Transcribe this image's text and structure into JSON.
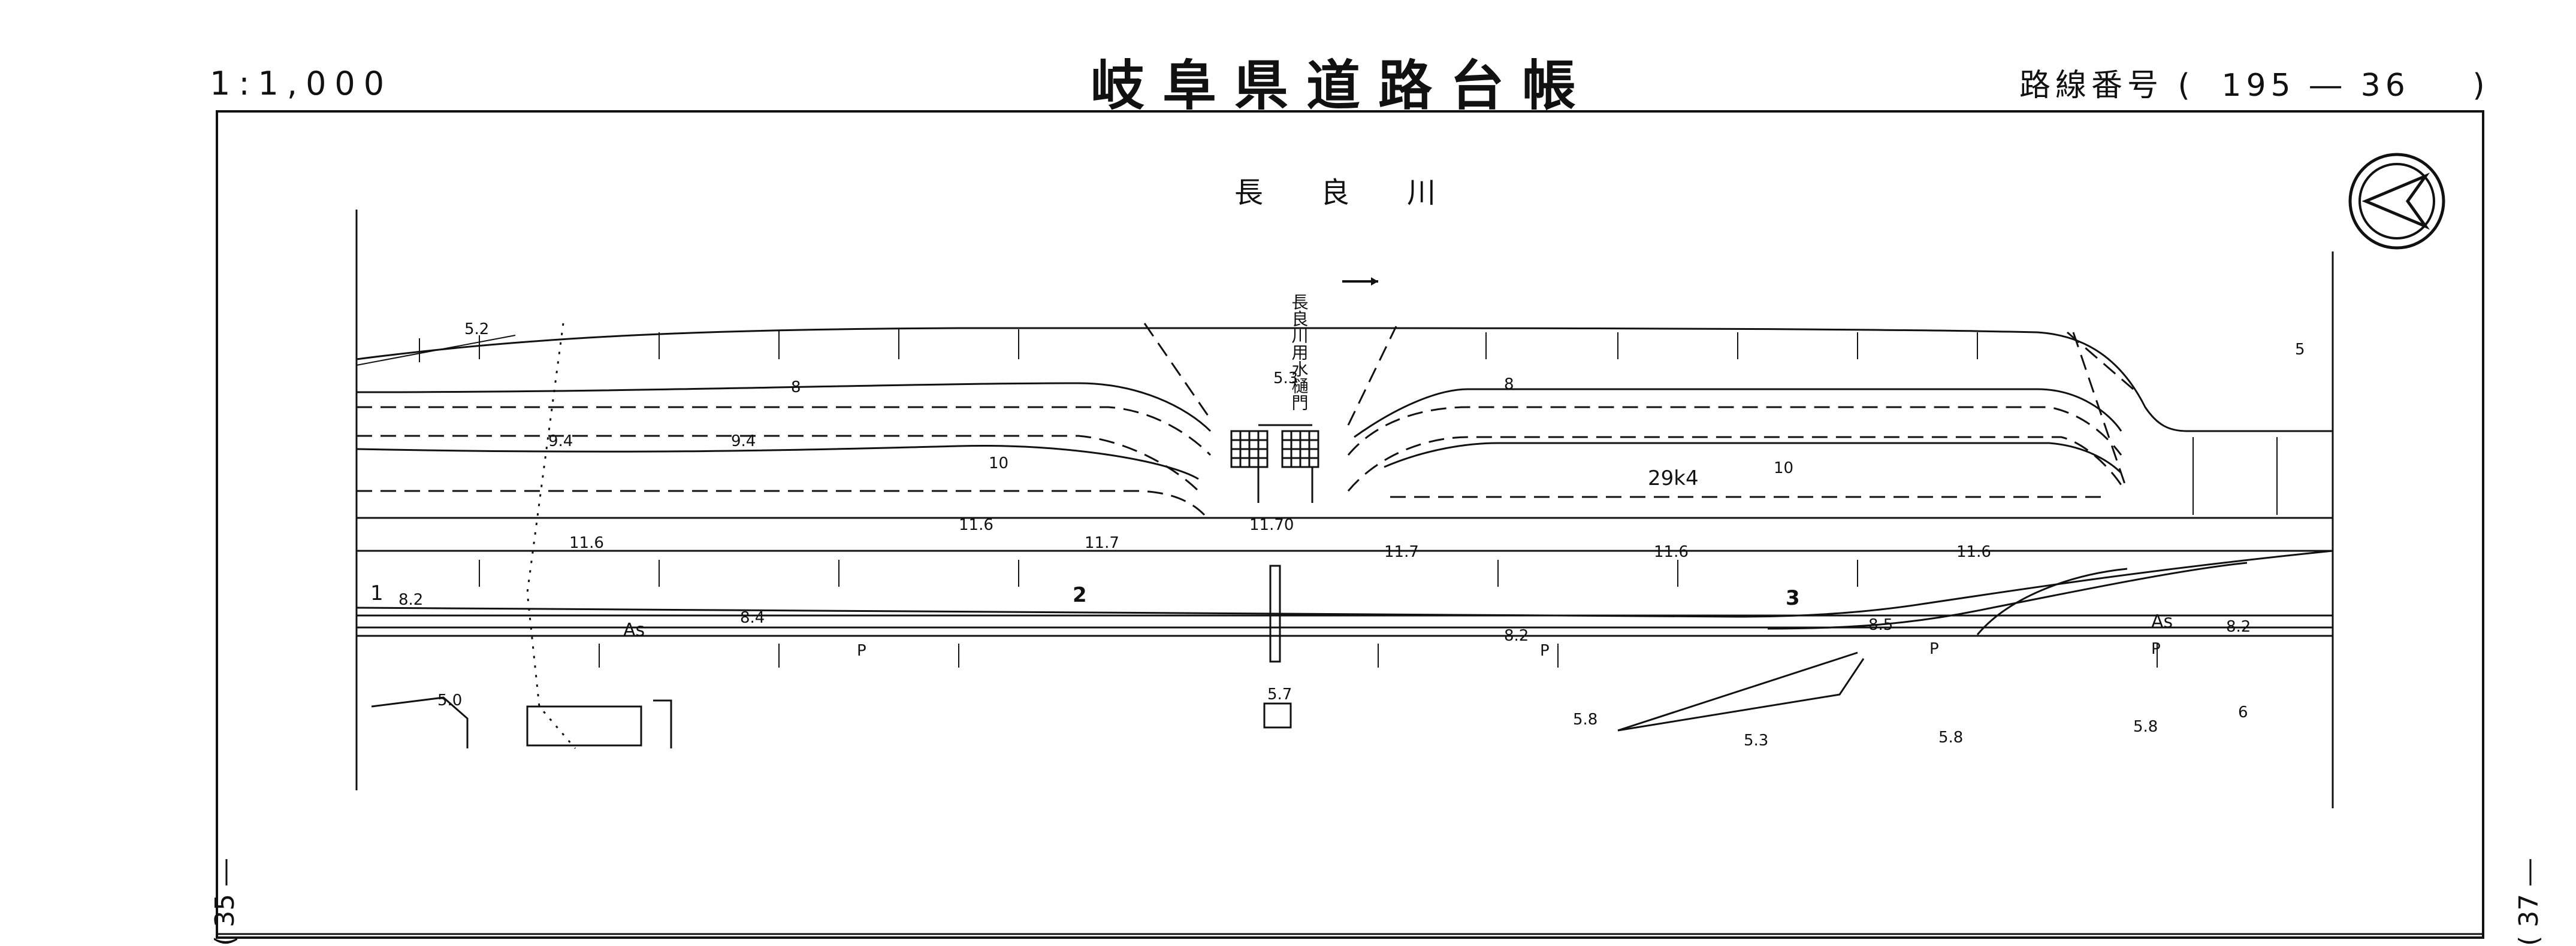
{
  "header": {
    "scale": "1:1,000",
    "title": "岐阜県道路台帳",
    "route_label": "路線番号",
    "route_open": "(",
    "route_number": "195 ― 36",
    "route_close": ")"
  },
  "map": {
    "river_name": "長良川",
    "sluice_gate": "長良川用水樋門",
    "km_marker": "29k4",
    "road_surface": [
      "As",
      "As"
    ],
    "sidewalk_marks": [
      "P",
      "P",
      "P",
      "P"
    ],
    "section_numbers": [
      "1",
      "2",
      "3"
    ],
    "contour_labels": [
      "8",
      "8",
      "10",
      "10",
      "5",
      "6"
    ],
    "elevations": [
      "5.2",
      "5.3",
      "9.4",
      "9.4",
      "11.6",
      "11.6",
      "11.7",
      "11.70",
      "11.7",
      "11.6",
      "11.6",
      "8.2",
      "8.4",
      "8.2",
      "8.5",
      "8.2",
      "5.0",
      "5.7",
      "5.8",
      "5.3",
      "5.8",
      "5.8"
    ]
  },
  "sheet_refs": {
    "left": "( 35 ―",
    "right": "( 37 ―"
  }
}
